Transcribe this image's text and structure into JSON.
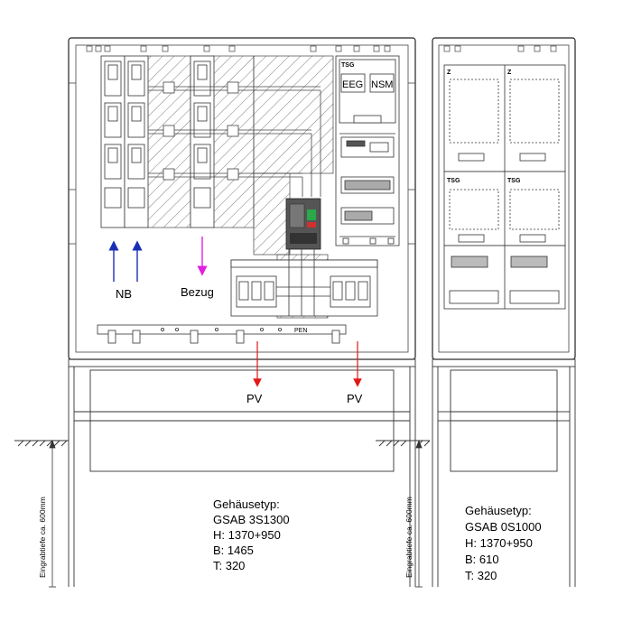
{
  "labels": {
    "nb": "NB",
    "bezug": "Bezug",
    "pv_left": "PV",
    "pv_right": "PV",
    "pen": "PEN",
    "tsg_top": "TSG",
    "eeg": "EEG",
    "nsm": "NSM",
    "z_left": "Z",
    "z_right": "Z",
    "tsg_left": "TSG",
    "tsg_right": "TSG",
    "depth_left": "Eingrabtiefe ca. 600mm",
    "depth_right": "Eingrabtiefe ca. 600mm"
  },
  "housing_left": {
    "heading": "Gehäusetyp:",
    "model": "GSAB 3S1300",
    "h": "H: 1370+950",
    "b": "B: 1465",
    "t": "T: 320"
  },
  "housing_right": {
    "heading": "Gehäusetyp:",
    "model": "GSAB 0S1000",
    "h": "H: 1370+950",
    "b": "B: 610",
    "t": "T: 320"
  },
  "colors": {
    "line": "#222222",
    "nb_arrow": "#1a2fb5",
    "bezug_arrow": "#e020e0",
    "pv_arrow": "#e01818",
    "hatch": "#444444",
    "breaker": "#333333",
    "breaker_green": "#2aa84a",
    "breaker_red": "#d03030"
  }
}
